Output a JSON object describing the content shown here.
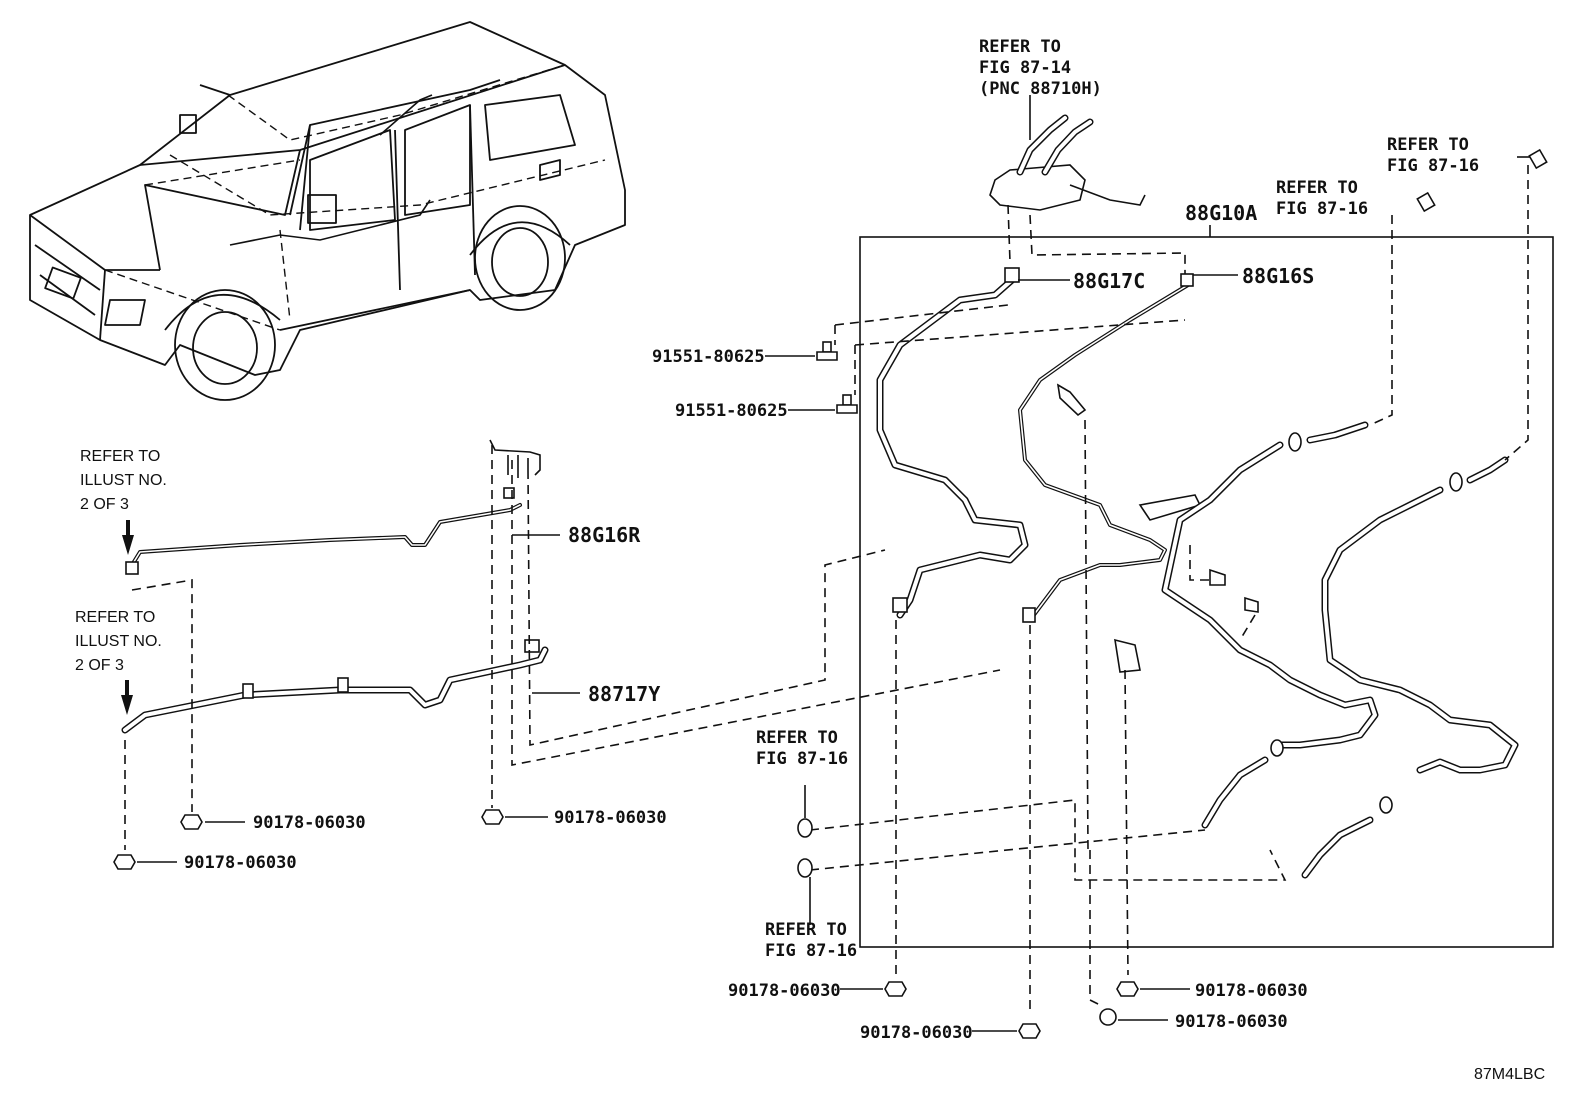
{
  "diagram": {
    "figure_code": "87M4LBC",
    "callouts": {
      "refer_fig_87_14": {
        "line1": "REFER TO",
        "line2": "FIG 87-14",
        "line3": "(PNC 88710H)"
      },
      "refer_fig_87_16_top_right": {
        "line1": "REFER TO",
        "line2": "FIG 87-16"
      },
      "refer_fig_87_16_top_mid": {
        "line1": "REFER TO",
        "line2": "FIG 87-16"
      },
      "refer_fig_87_16_mid_left": {
        "line1": "REFER TO",
        "line2": "FIG 87-16"
      },
      "refer_fig_87_16_bottom": {
        "line1": "REFER TO",
        "line2": "FIG 87-16"
      },
      "refer_illust_upper": {
        "line1": "REFER TO",
        "line2": "ILLUST NO.",
        "line3": "2 OF 3"
      },
      "refer_illust_lower": {
        "line1": "REFER TO",
        "line2": "ILLUST NO.",
        "line3": "2 OF 3"
      }
    },
    "part_numbers": {
      "p88G10A": "88G10A",
      "p88G17C": "88G17C",
      "p88G16S": "88G16S",
      "p88G16R": "88G16R",
      "p88717Y": "88717Y",
      "bolt_upper": "91551-80625",
      "bolt_lower": "91551-80625",
      "nut_left_mid": "90178-06030",
      "nut_left_low": "90178-06030",
      "nut_center_left": "90178-06030",
      "nut_bottom_1": "90178-06030",
      "nut_bottom_2": "90178-06030",
      "nut_bottom_3": "90178-06030",
      "nut_bottom_4": "90178-06030"
    }
  }
}
